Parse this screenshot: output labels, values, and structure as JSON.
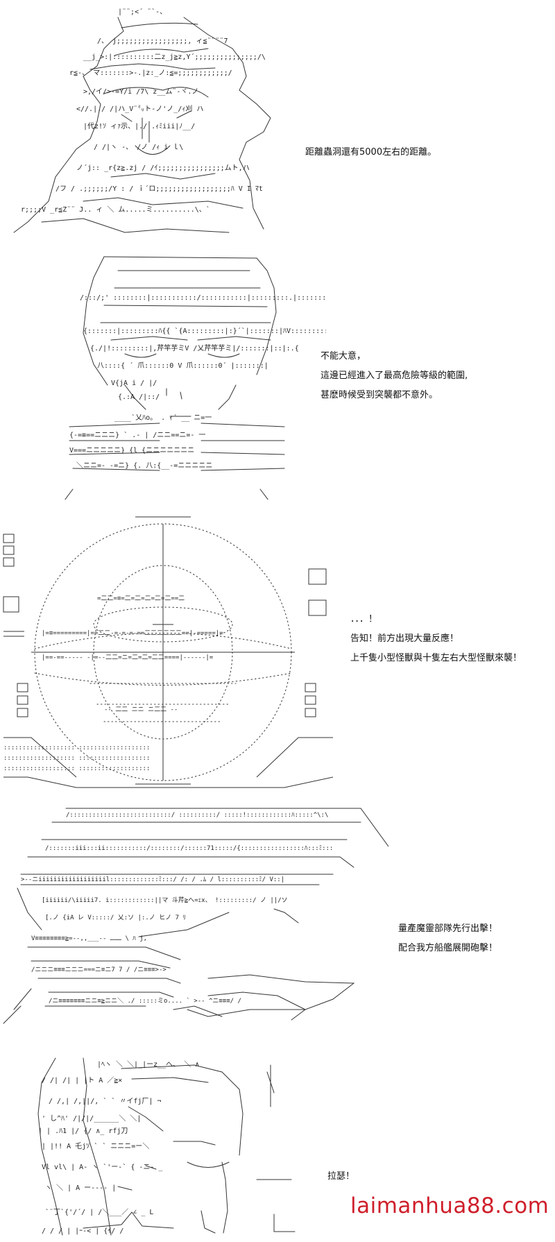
{
  "panels": [
    {
      "lines": [
        "距離蟲洞還有5000左右的距離。"
      ]
    },
    {
      "lines": [
        "不能大意，",
        "這邊已經進入了最高危險等級的範圍,",
        "甚麽時候受到突襲都不意外。"
      ]
    },
    {
      "lines": [
        "．．．！",
        "告知！前方出現大量反應！",
        "上千隻小型怪獸與十隻左右大型怪獸來襲！"
      ]
    },
    {
      "lines": [
        "量產魔靈部隊先行出擊！",
        "配合我方船艦展開砲擊！"
      ]
    },
    {
      "lines": [
        "拉瑟！"
      ]
    }
  ],
  "watermark": "laimanhua88.com"
}
